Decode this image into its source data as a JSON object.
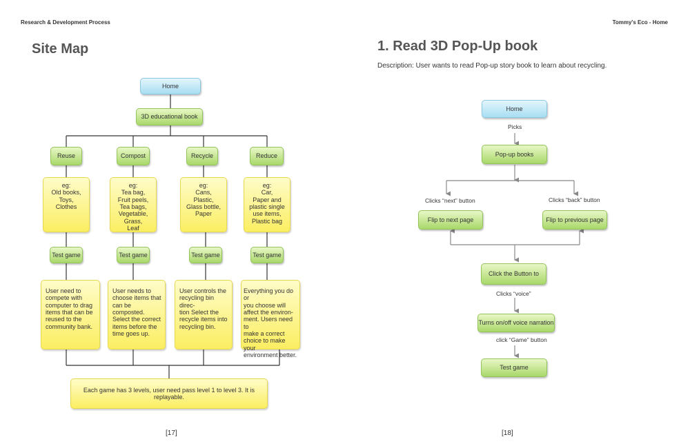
{
  "header": {
    "left": "Research & Development Process",
    "right": "Tommy's Eco - Home"
  },
  "left_page": {
    "title": "Site Map",
    "page_number": "[17]",
    "home": "Home",
    "book": "3D educational book",
    "categories": [
      {
        "name": "Reuse",
        "examples": "eg:\nOld books,\nToys,\nClothes",
        "game": "Test game",
        "game_desc": "User need to\ncompete with\ncomputer to drag\nitems that can be\nreused to the\ncommunity bank."
      },
      {
        "name": "Compost",
        "examples": "eg:\nTea bag,\nFruit peels,\nTea bags,\nVegetable,\nGrass,\nLeaf",
        "game": "Test game",
        "game_desc": " User needs to\nchoose items that\ncan be composted.\nSelect the correct\nitems before the\ntime goes up."
      },
      {
        "name": "Recycle",
        "examples": "eg:\nCans,\nPlastic,\nGlass bottle,\nPaper",
        "game": "Test game",
        "game_desc": "User controls the\nrecycling bin direc-\ntion  Select the\nrecycle items into\nrecycling bin."
      },
      {
        "name": "Reduce",
        "examples": "eg:\nCar,\nPaper and\nplastic single\nuse items,\nPlastic bag",
        "game": "Test game",
        "game_desc": "Everything you do or\nyou choose will\naffect the environ-\nment. Users need to\nmake a correct\nchoice to make your\nenvironment better."
      }
    ],
    "footer_note": "Each game has 3 levels, user need pass level 1 to level 3. It is replayable."
  },
  "right_page": {
    "title": "1. Read 3D Pop-Up book",
    "description": "Description: User wants to read Pop-up story book to learn about recycling.",
    "page_number": "[18]",
    "home": "Home",
    "picks_label": "Picks",
    "popup": "Pop-up books",
    "next_label": "Clicks “next” button",
    "back_label": "Clicks “back” button",
    "flip_next": "Flip to next page",
    "flip_prev": "Flip to previous page",
    "click_button": "Click the Button to",
    "voice_label": "Clicks  “voice”",
    "voice": "Turns on/off voice narration",
    "game_label": "click “Game” button",
    "game": "Test game"
  },
  "colors": {
    "blue_node": "#a8def2",
    "green_node": "#a9d86a",
    "yellow_node": "#fbee62",
    "connector": "#333333",
    "arrow": "#888888"
  }
}
